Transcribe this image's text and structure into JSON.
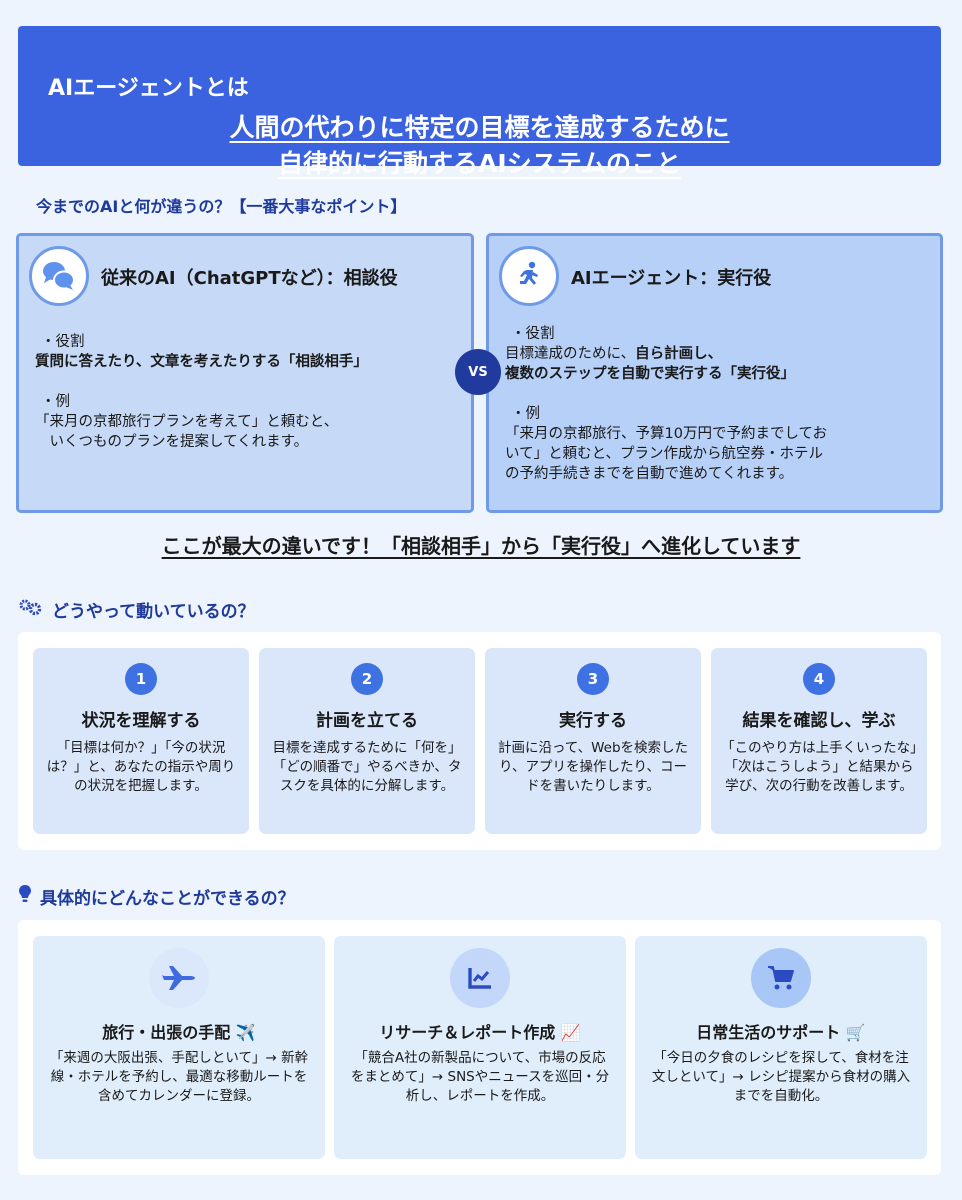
{
  "hero": {
    "kicker": "AIエージェントとは",
    "line1": "人間の代わりに特定の目標を達成するために",
    "line2": "自律的に行動するAIシステムのこと"
  },
  "comparison": {
    "question": "今までのAIと何が違うの？【一番大事なポイント】",
    "vs_label": "VS",
    "left": {
      "icon": "chat-bubbles-icon",
      "title": "従来のAI（ChatGPTなど）：相談役",
      "role_label": "・役割",
      "role_text": "質問に答えたり、文章を考えたりする「相談相手」",
      "example_label": "・例",
      "example_line1": "「来月の京都旅行プランを考えて」と頼むと、",
      "example_line2": "　いくつものプランを提案してくれます。"
    },
    "right": {
      "icon": "running-person-icon",
      "title": "AIエージェント：実行役",
      "role_label": "・役割",
      "role_text_plain": "目標達成のために、",
      "role_text_bold1": "自ら計画し、",
      "role_text_bold2": "複数のステップを自動で実行する「実行役」",
      "example_label": "・例",
      "example_line1": "「来月の京都旅行、予算10万円で予約までしてお",
      "example_line2": "いて」と頼むと、プラン作成から航空券・ホテル",
      "example_line3": "の予約手続きまでを自動で進めてくれます。"
    },
    "highlight": "ここが最大の違いです！「相談相手」から「実行役」へ進化しています"
  },
  "how": {
    "icon": "gears-icon",
    "title": "どうやって動いているの？",
    "steps": [
      {
        "num": "1",
        "title": "状況を理解する",
        "desc": "「目標は何か？」「今の状況は？」と、あなたの指示や周りの状況を把握します。"
      },
      {
        "num": "2",
        "title": "計画を立てる",
        "desc": "目標を達成するために「何を」「どの順番で」やるべきか、タスクを具体的に分解します。"
      },
      {
        "num": "3",
        "title": "実行する",
        "desc": "計画に沿って、Webを検索したり、アプリを操作したり、コードを書いたりします。"
      },
      {
        "num": "4",
        "title": "結果を確認し、学ぶ",
        "desc": "「このやり方は上手くいったな」「次はこうしよう」と結果から学び、次の行動を改善します。"
      }
    ]
  },
  "uses": {
    "icon": "lightbulb-icon",
    "title": "具体的にどんなことができるの？",
    "items": [
      {
        "icon": "airplane-icon",
        "title": "旅行・出張の手配 ✈️",
        "desc": "「来週の大阪出張、手配しといて」→ 新幹線・ホテルを予約し、最適な移動ルートを含めてカレンダーに登録。",
        "icon_bg": "#dbe7fb"
      },
      {
        "icon": "chart-line-icon",
        "title": "リサーチ＆レポート作成 📈",
        "desc": "「競合A社の新製品について、市場の反応をまとめて」→ SNSやニュースを巡回・分析し、レポートを作成。",
        "icon_bg": "#c3d7fa"
      },
      {
        "icon": "shopping-cart-icon",
        "title": "日常生活のサポート 🛒",
        "desc": "「今日の夕食のレシピを探して、食材を注文しといて」→ レシピ提案から食材の購入までを自動化。",
        "icon_bg": "#a8c6f6"
      }
    ]
  }
}
